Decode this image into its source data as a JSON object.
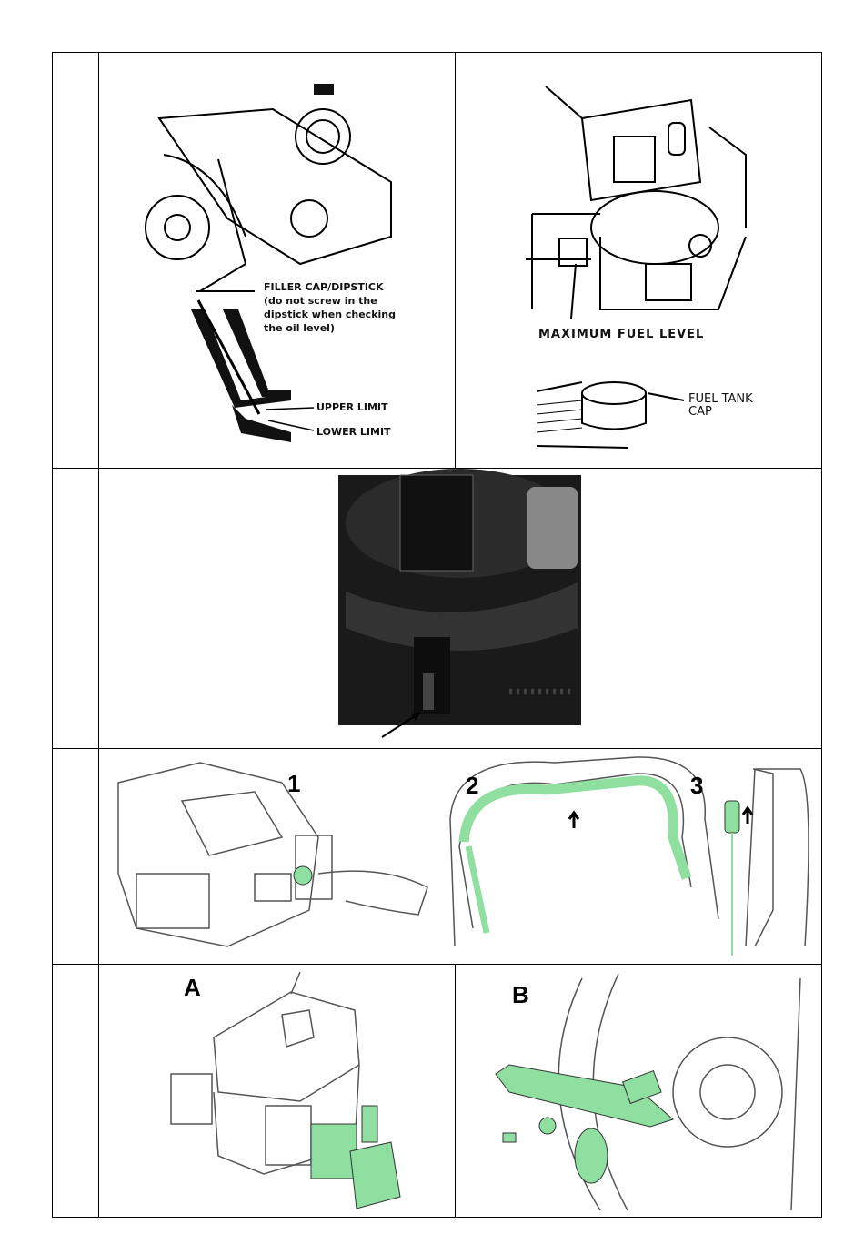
{
  "row1": {
    "oil": {
      "filler_label": "FILLER CAP/DIPSTICK",
      "filler_note": [
        "(do not screw in the",
        "dipstick when checking",
        "the oil level)"
      ],
      "upper_limit": "UPPER LIMIT",
      "lower_limit": "LOWER LIMIT"
    },
    "fuel": {
      "max_level": "MAXIMUM FUEL LEVEL",
      "tank_cap": [
        "FUEL TANK",
        "CAP"
      ]
    }
  },
  "row3": {
    "steps": [
      "1",
      "2",
      "3"
    ]
  },
  "row4": {
    "panel_a": "A",
    "panel_b": "B"
  },
  "colors": {
    "accent_green": "#8fe0a0",
    "line": "#000000"
  }
}
